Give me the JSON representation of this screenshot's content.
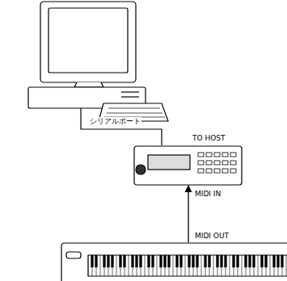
{
  "diagram": {
    "nodes": [
      {
        "text": [
          "TO HOST",
          "MIDI IN"
        ]
      },
      {
        "text": [
          "MIDI OUT"
        ]
      }
    ],
    "edges": [
      {
        "from": 1,
        "to": 0,
        "arrow": "to"
      }
    ],
    "labels": [
      "シリアルポート"
    ]
  }
}
